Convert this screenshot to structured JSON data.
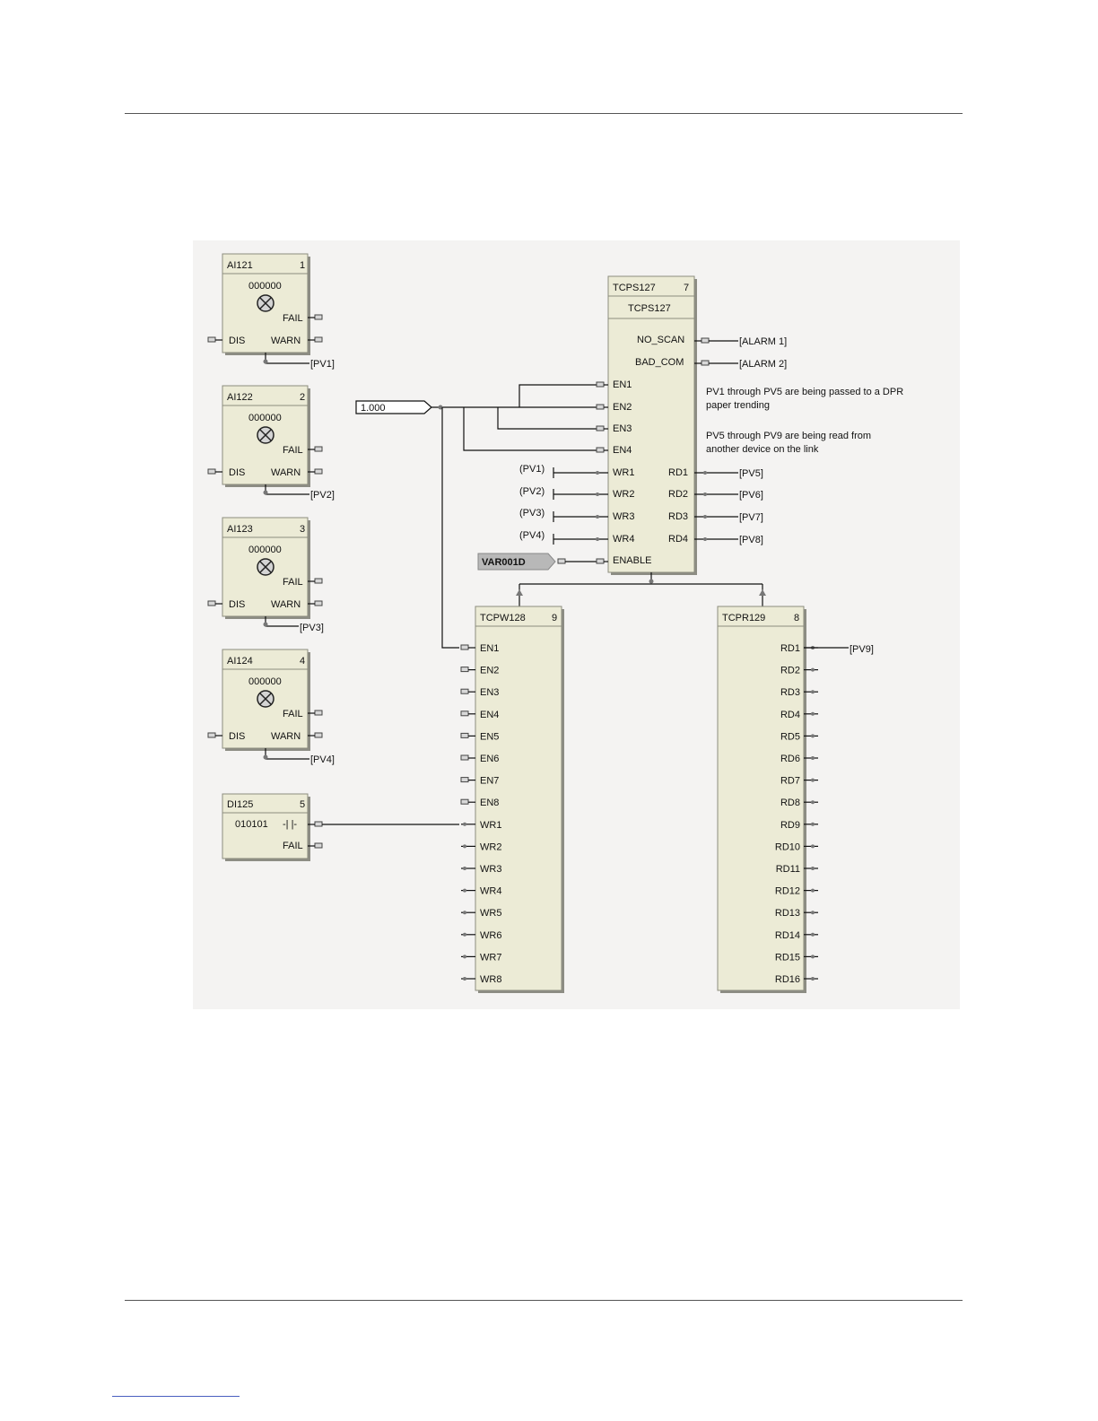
{
  "blocks": {
    "ai1": {
      "name": "AI121",
      "num": "1",
      "display": "000000",
      "fail": "FAIL",
      "dis": "DIS",
      "warn": "WARN",
      "pv": "[PV1]"
    },
    "ai2": {
      "name": "AI122",
      "num": "2",
      "display": "000000",
      "fail": "FAIL",
      "dis": "DIS",
      "warn": "WARN",
      "pv": "[PV2]"
    },
    "ai3": {
      "name": "AI123",
      "num": "3",
      "display": "000000",
      "fail": "FAIL",
      "dis": "DIS",
      "warn": "WARN",
      "pv": "[PV3]"
    },
    "ai4": {
      "name": "AI124",
      "num": "4",
      "display": "000000",
      "fail": "FAIL",
      "dis": "DIS",
      "warn": "WARN",
      "pv": "[PV4]"
    },
    "di": {
      "name": "DI125",
      "num": "5",
      "display": "010101",
      "contact": "-| |-",
      "fail": "FAIL"
    },
    "tcps": {
      "name": "TCPS127",
      "num": "7",
      "title": "TCPS127",
      "no_scan": "NO_SCAN",
      "bad_com": "BAD_COM",
      "en": [
        "EN1",
        "EN2",
        "EN3",
        "EN4"
      ],
      "wr": [
        "WR1",
        "WR2",
        "WR3",
        "WR4"
      ],
      "rd": [
        "RD1",
        "RD2",
        "RD3",
        "RD4"
      ],
      "enable": "ENABLE",
      "alarm1": "[ALARM 1]",
      "alarm2": "[ALARM 2]",
      "wr_in": [
        "(PV1)",
        "(PV2)",
        "(PV3)",
        "(PV4)"
      ],
      "rd_out": [
        "[PV5]",
        "[PV6]",
        "[PV7]",
        "[PV8]"
      ]
    },
    "tcpw": {
      "name": "TCPW128",
      "num": "9",
      "en": [
        "EN1",
        "EN2",
        "EN3",
        "EN4",
        "EN5",
        "EN6",
        "EN7",
        "EN8"
      ],
      "wr": [
        "WR1",
        "WR2",
        "WR3",
        "WR4",
        "WR5",
        "WR6",
        "WR7",
        "WR8"
      ]
    },
    "tcpr": {
      "name": "TCPR129",
      "num": "8",
      "rd": [
        "RD1",
        "RD2",
        "RD3",
        "RD4",
        "RD5",
        "RD6",
        "RD7",
        "RD8",
        "RD9",
        "RD10",
        "RD11",
        "RD12",
        "RD13",
        "RD14",
        "RD15",
        "RD16"
      ],
      "rd1_out": "[PV9]"
    }
  },
  "constant": "1.000",
  "variable": "VAR001D",
  "notes": {
    "note1_line1": "PV1 through PV5 are being passed to a DPR",
    "note1_line2": "paper trending",
    "note2_line1": "PV5 through PV9 are being read from",
    "note2_line2": "another device on the link"
  }
}
